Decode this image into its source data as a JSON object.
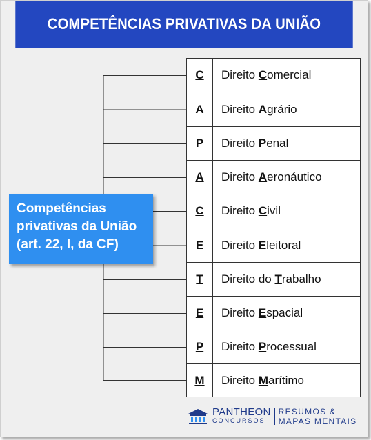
{
  "header": {
    "title": "COMPETÊNCIAS PRIVATIVAS DA UNIÃO"
  },
  "main_box": {
    "lines": [
      "Competências",
      "privativas da União",
      "(art. 22, I, da CF)"
    ]
  },
  "items": [
    {
      "letter": "C",
      "prefix": "Direito ",
      "key": "C",
      "rest": "omercial"
    },
    {
      "letter": "A",
      "prefix": "Direito ",
      "key": "A",
      "rest": "grário"
    },
    {
      "letter": "P",
      "prefix": "Direito ",
      "key": "P",
      "rest": "enal"
    },
    {
      "letter": "A",
      "prefix": "Direito ",
      "key": "A",
      "rest": "eronáutico"
    },
    {
      "letter": "C",
      "prefix": "Direito ",
      "key": "C",
      "rest": "ivil"
    },
    {
      "letter": "E",
      "prefix": "Direito ",
      "key": "E",
      "rest": "leitoral"
    },
    {
      "letter": "T",
      "prefix": "Direito do ",
      "key": "T",
      "rest": "rabalho"
    },
    {
      "letter": "E",
      "prefix": "Direito ",
      "key": "E",
      "rest": "spacial"
    },
    {
      "letter": "P",
      "prefix": "Direito ",
      "key": "P",
      "rest": "rocessual"
    },
    {
      "letter": "M",
      "prefix": "Direito ",
      "key": "M",
      "rest": "arítimo"
    }
  ],
  "footer": {
    "brand_name": "PANTHEON",
    "brand_sub": "CONCURSOS",
    "slogan_line1": "RESUMOS &",
    "slogan_line2": "MAPAS MENTAIS",
    "logo_icon": "temple-icon"
  },
  "colors": {
    "header_bg": "#2347c0",
    "main_box_bg": "#2f8ff0",
    "brand": "#1f3a8a"
  }
}
